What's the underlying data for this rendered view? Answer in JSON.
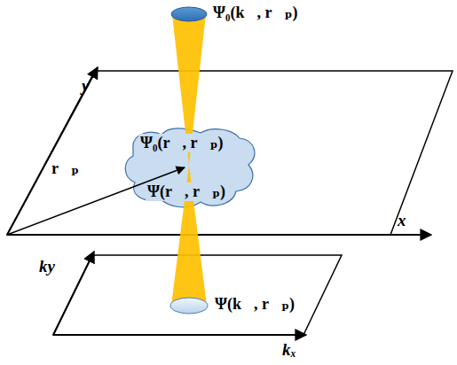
{
  "diagram": {
    "labels": [
      "Ψ₀(k⃗, r⃗ₚ)",
      "y",
      "Ψ₀(r⃗, r⃗ₚ)",
      "r⃗ₚ",
      "Ψ(r⃗, r⃗ₚ)",
      "x",
      "ky",
      "Ψ(k⃗, r⃗ₚ)",
      "kₓ"
    ]
  }
}
